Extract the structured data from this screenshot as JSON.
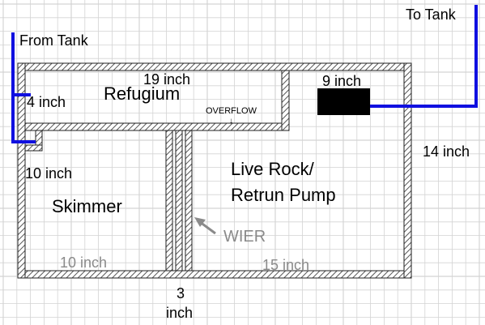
{
  "labels": {
    "from_tank": "From Tank",
    "to_tank": "To Tank",
    "refugium": "Refugium",
    "refugium_length": "19 inch",
    "refugium_height": "4 inch",
    "overflow": "OVERFLOW",
    "overflow_arrow": "↓",
    "pump_width": "9 inch",
    "tank_height": "14 inch",
    "skimmer_height": "10 inch",
    "skimmer": "Skimmer",
    "live_rock_line1": "Live Rock/",
    "live_rock_line2": "Retrun Pump",
    "wier": "WIER",
    "skimmer_width": "10 inch",
    "live_rock_width": "15 inch",
    "baffle_gap_line1": "3",
    "baffle_gap_line2": "inch"
  },
  "colors": {
    "plumbing": "#1010e0",
    "wall_hatch": "#444444",
    "grid": "#d4d4d4",
    "pump": "#000000",
    "annotation_grey": "#8a8a8a"
  }
}
